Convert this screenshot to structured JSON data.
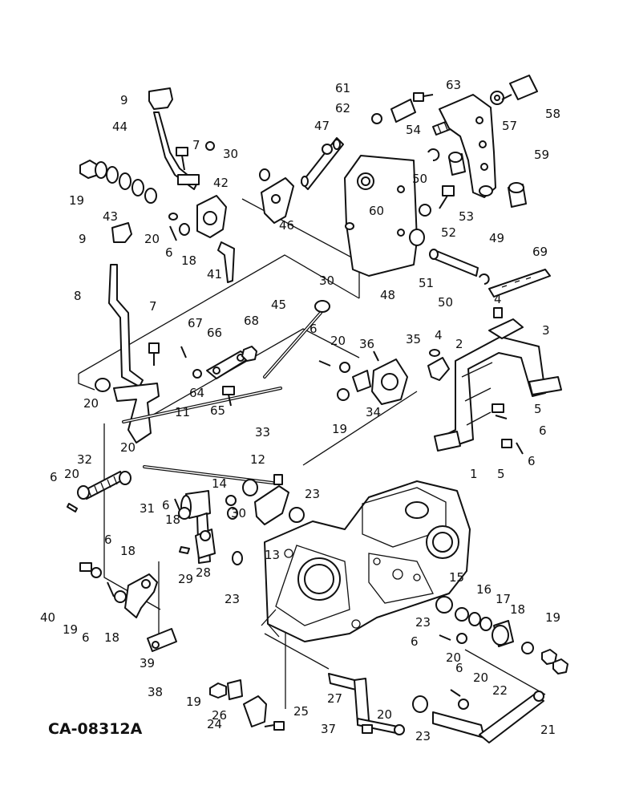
{
  "drawing_code": "CA-08312A",
  "callouts": [
    "1",
    "2",
    "3",
    "4",
    "5",
    "6",
    "7",
    "8",
    "9",
    "11",
    "12",
    "13",
    "14",
    "15",
    "16",
    "17",
    "18",
    "19",
    "20",
    "21",
    "22",
    "23",
    "24",
    "25",
    "26",
    "27",
    "28",
    "29",
    "30",
    "31",
    "32",
    "33",
    "34",
    "35",
    "36",
    "37",
    "38",
    "39",
    "40",
    "41",
    "42",
    "43",
    "44",
    "45",
    "46",
    "47",
    "48",
    "49",
    "50",
    "51",
    "52",
    "53",
    "54",
    "57",
    "58",
    "59",
    "60",
    "61",
    "62",
    "63",
    "64",
    "65",
    "66",
    "67",
    "68",
    "69"
  ]
}
